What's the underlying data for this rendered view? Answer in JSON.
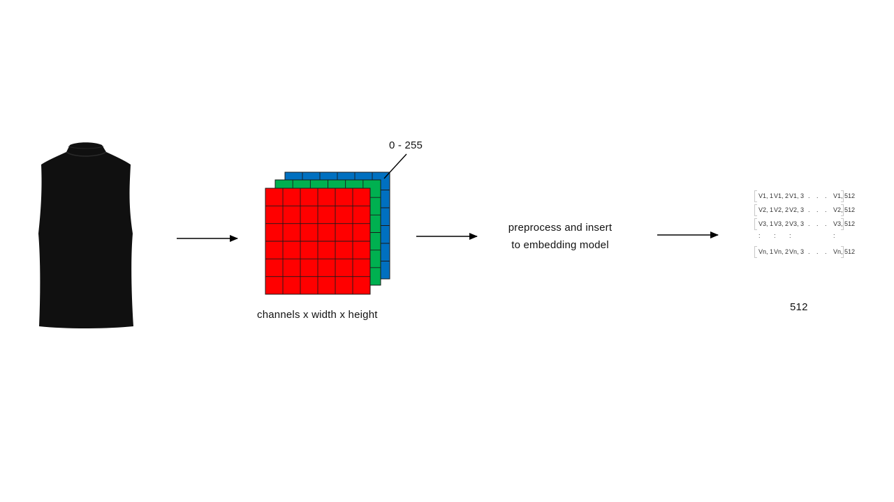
{
  "labels": {
    "range": "0 - 255",
    "tensor_shape": "channels x width x height",
    "process_line1": "preprocess and insert",
    "process_line2": "to embedding model",
    "embedding_dim": "512"
  },
  "matrix": {
    "rows": [
      [
        "V1, 1",
        "V1, 2",
        "V1, 3",
        ".",
        ".",
        ".",
        "V1, 512"
      ],
      [
        "V2, 1",
        "V2, 2",
        "V2, 3",
        ".",
        ".",
        ".",
        "V2, 512"
      ],
      [
        "V3, 1",
        "V3, 2",
        "V3, 3",
        ".",
        ".",
        ".",
        "V3, 512"
      ],
      [
        ":",
        ":",
        ":",
        "",
        "",
        "",
        ":"
      ],
      [
        "Vn, 1",
        "Vn, 2",
        "Vn, 3",
        ".",
        ".",
        ".",
        "Vn, 512"
      ]
    ]
  },
  "colors": {
    "channel_red": "#ff0000",
    "channel_green": "#00b050",
    "channel_blue": "#0070c0",
    "garment": "#101010",
    "arrow": "#000000"
  },
  "grid": {
    "rows": 6,
    "cols": 6
  }
}
